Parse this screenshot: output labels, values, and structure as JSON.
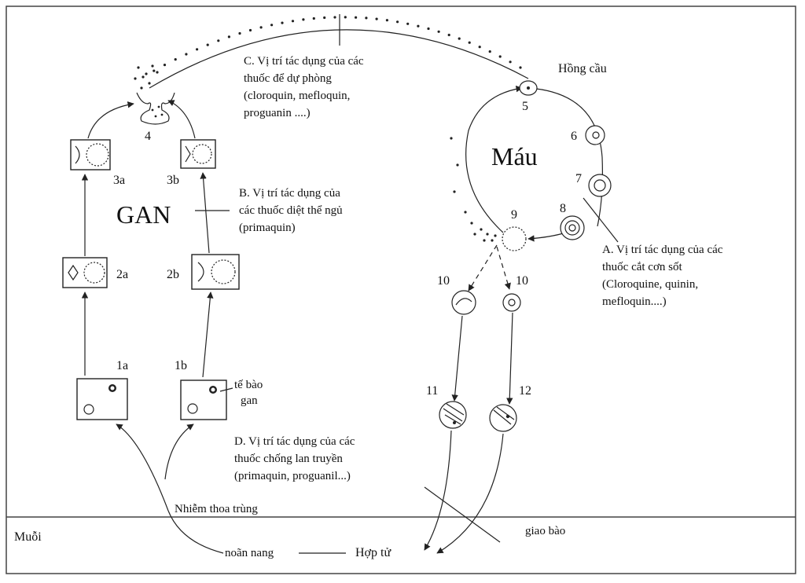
{
  "regions": {
    "liver": "GAN",
    "blood": "Máu",
    "mosquito": "Muỗi"
  },
  "stages": {
    "s1a": "1a",
    "s1b": "1b",
    "s2a": "2a",
    "s2b": "2b",
    "s3a": "3a",
    "s3b": "3b",
    "s4": "4",
    "s5": "5",
    "s6": "6",
    "s7": "7",
    "s8": "8",
    "s9": "9",
    "s10a": "10",
    "s10b": "10",
    "s11": "11",
    "s12": "12"
  },
  "labels": {
    "red_cell": "Hồng cầu",
    "liver_cell": [
      "tế bào",
      "gan"
    ],
    "sporozoite_infection": "Nhiễm thoa trùng",
    "oocyst": "noãn nang",
    "zygote": "Hợp tử",
    "gametocyte": "giao bào"
  },
  "annotations": {
    "A": [
      "A. Vị trí tác dụng của các",
      "thuốc cắt cơn sốt",
      "(Cloroquine, quinin,",
      "mefloquin....)"
    ],
    "B": [
      "B. Vị trí tác dụng của",
      "các thuốc diệt thể ngủ",
      "(primaquin)"
    ],
    "C": [
      "C. Vị trí tác dụng của các",
      "thuốc để dự phòng",
      "(cloroquin, mefloquin,",
      "proguanin ....)"
    ],
    "D": [
      "D. Vị trí tác dụng của các",
      "thuốc chống lan truyền",
      "(primaquin, proguanil...)"
    ]
  }
}
